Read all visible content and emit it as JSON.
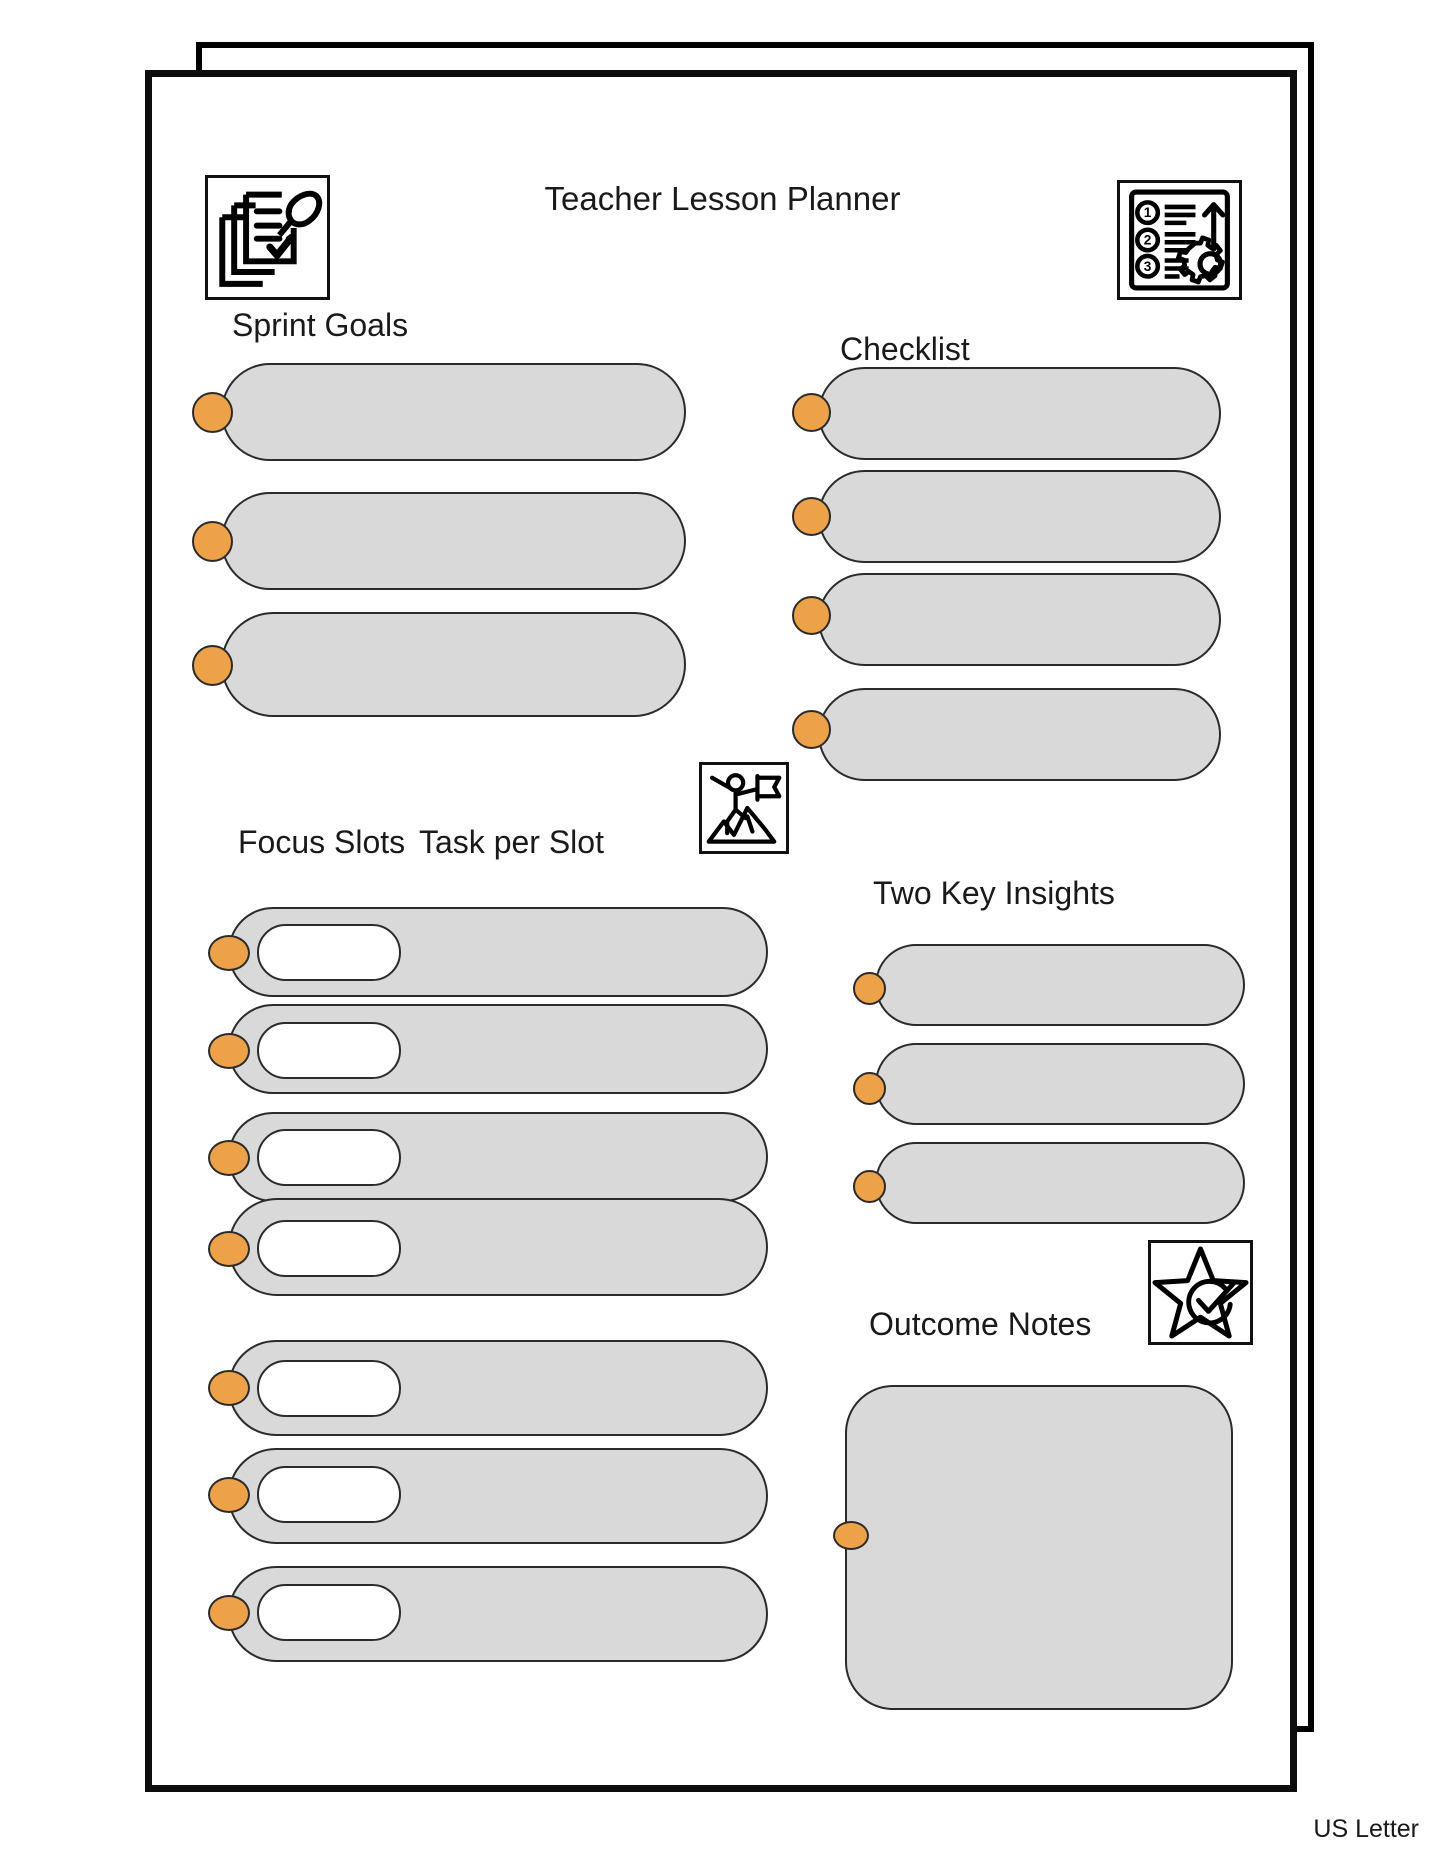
{
  "document": {
    "title": "Teacher Lesson Planner",
    "page_size_note": "US Letter"
  },
  "sections": [
    {
      "id": "sprint-goals",
      "label": "Sprint Goals",
      "icon": "pinned-checklist-pages-icon",
      "field_count": 3,
      "field_style": "pill"
    },
    {
      "id": "checklist",
      "label": "Checklist",
      "icon": "numbered-list-gear-icon",
      "field_count": 4,
      "field_style": "pill"
    },
    {
      "id": "focus-slots",
      "label": "Focus Slots",
      "icon": "mountain-summit-flag-icon",
      "field_count": 7,
      "field_style": "pill-with-inner-field"
    },
    {
      "id": "task-per-slot",
      "label": "Task per Slot",
      "icon": null,
      "field_count": 0,
      "field_style": "column-header"
    },
    {
      "id": "two-key-insights",
      "label": "Two Key Insights",
      "icon": null,
      "field_count": 3,
      "field_style": "pill"
    },
    {
      "id": "outcome-notes",
      "label": "Outcome Notes",
      "icon": "star-check-icon",
      "field_count": 1,
      "field_style": "rounded-box"
    }
  ],
  "colors": {
    "field_fill": "#d9d9d9",
    "field_stroke": "#2b2b2b",
    "accent_dot": "#eda149",
    "inner_field_fill": "#ffffff",
    "page_border": "#0d0d0d",
    "text": "#1a1a1a"
  },
  "icons": {
    "sprint_goals": "pinned-checklist-pages-icon",
    "checklist": "numbered-list-gear-icon",
    "focus_slots": "mountain-summit-flag-icon",
    "outcome_notes": "star-check-icon"
  }
}
